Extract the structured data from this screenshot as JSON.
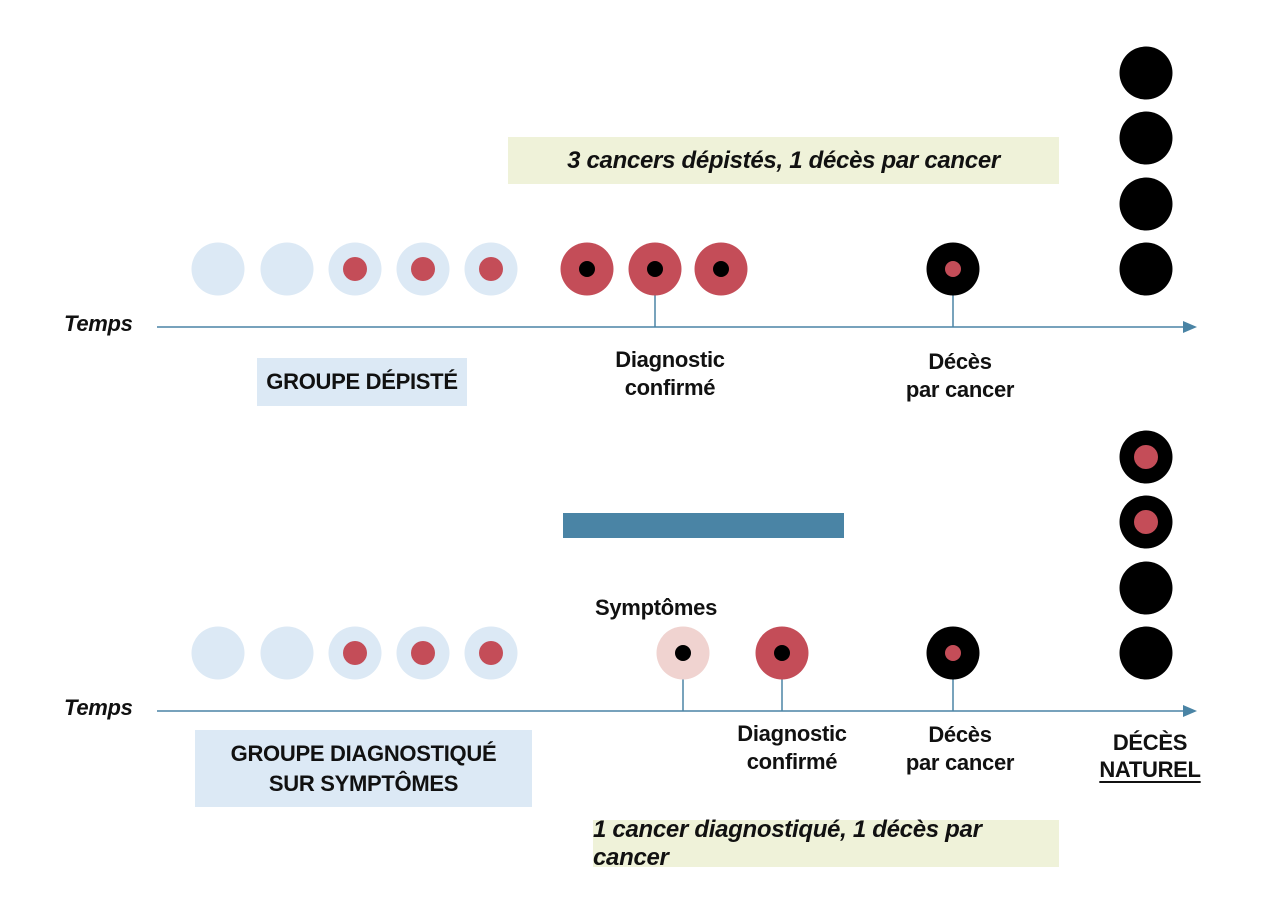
{
  "colors": {
    "pale_blue": "#dce9f5",
    "red": "#c44d58",
    "pink": "#f0d3d0",
    "black": "#000000",
    "axis": "#4a84a5",
    "banner_bg": "#eff2d9"
  },
  "top": {
    "banner": "3 cancers dépistés, 1 décès par cancer",
    "axis_label": "Temps",
    "group_label": "GROUPE DÉPISTÉ",
    "diagnostic": [
      "Diagnostic",
      "confirmé"
    ],
    "deces": [
      "Décès",
      "par cancer"
    ]
  },
  "bottom": {
    "banner": "1 cancer diagnostiqué, 1 décès par cancer",
    "axis_label": "Temps",
    "group_label": [
      "GROUPE DIAGNOSTIQUÉ",
      "SUR SYMPTÔMES"
    ],
    "symptomes": "Symptômes",
    "diagnostic": [
      "Diagnostic",
      "confirmé"
    ],
    "deces": [
      "Décès",
      "par cancer"
    ],
    "deces_naturel": [
      "DÉCÈS",
      "NATUREL"
    ]
  }
}
